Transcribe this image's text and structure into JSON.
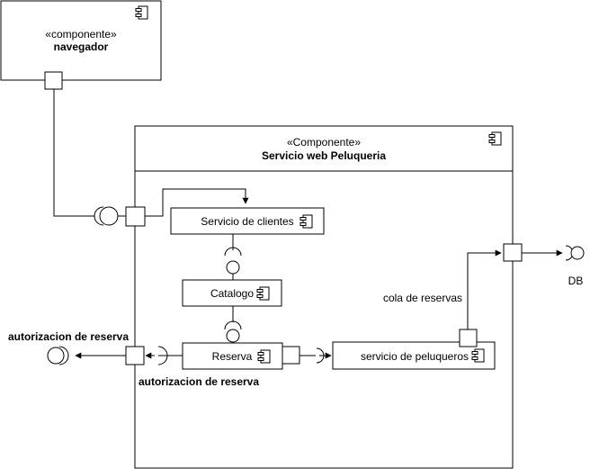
{
  "browser_component": {
    "stereotype": "«componente»",
    "name": "navegador"
  },
  "service_component": {
    "stereotype": "«Componente»",
    "name": "Servicio web Peluqueria"
  },
  "inner_components": {
    "clients": "Servicio de clientes",
    "catalog": "Catalogo",
    "booking": "Reserva",
    "hairdressers": "servicio de peluqueros"
  },
  "labels": {
    "booking_queue": "cola de reservas",
    "database": "DB",
    "auth_external": "autorizacion de reserva",
    "auth_port": "autorizacion de reserva"
  }
}
